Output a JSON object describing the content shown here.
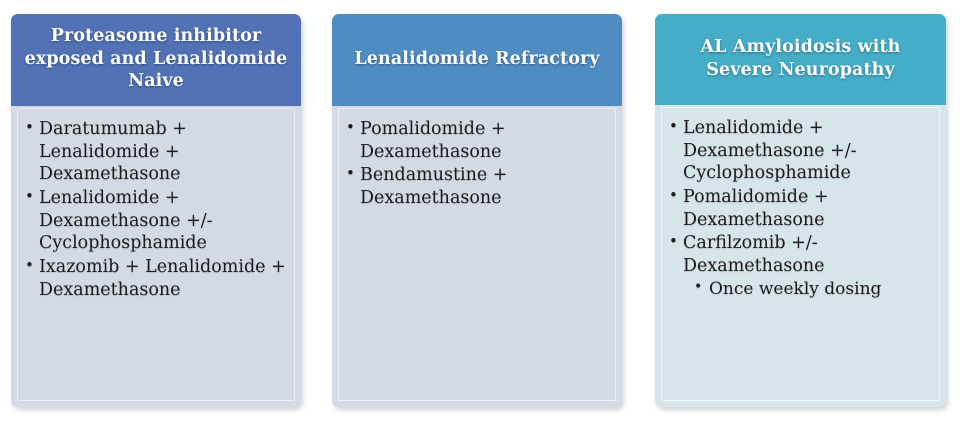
{
  "diagram": {
    "type": "three-column-treatment-options",
    "colors": {
      "card1_header": "#5272b5",
      "card2_header": "#4f8cc2",
      "card3_header": "#45adc7",
      "card1_body": "#d3d9e5",
      "card2_body": "#d3d9e5",
      "card3_body": "#d6e5e8",
      "header_text": "#ffffff",
      "body_text": "#1b1b1b",
      "page_background": "#ffffff"
    },
    "cards": [
      {
        "title": "Proteasome inhibitor exposed and Lenalidomide Naive",
        "items": [
          {
            "text": "Daratumumab + Lenalidomide + Dexamethasone",
            "sub": []
          },
          {
            "text": "Lenalidomide + Dexamethasone +/- Cyclophosphamide",
            "sub": []
          },
          {
            "text": "Ixazomib + Lenalidomide + Dexamethasone",
            "sub": []
          }
        ]
      },
      {
        "title": "Lenalidomide Refractory",
        "items": [
          {
            "text": "Pomalidomide + Dexamethasone",
            "sub": []
          },
          {
            "text": "Bendamustine + Dexamethasone",
            "sub": []
          }
        ]
      },
      {
        "title": "AL Amyloidosis with Severe Neuropathy",
        "items": [
          {
            "text": "Lenalidomide + Dexamethasone +/- Cyclophosphamide",
            "sub": []
          },
          {
            "text": "Pomalidomide + Dexamethasone",
            "sub": []
          },
          {
            "text": "Carfilzomib +/- Dexamethasone",
            "sub": [
              "Once weekly dosing"
            ]
          }
        ]
      }
    ]
  }
}
